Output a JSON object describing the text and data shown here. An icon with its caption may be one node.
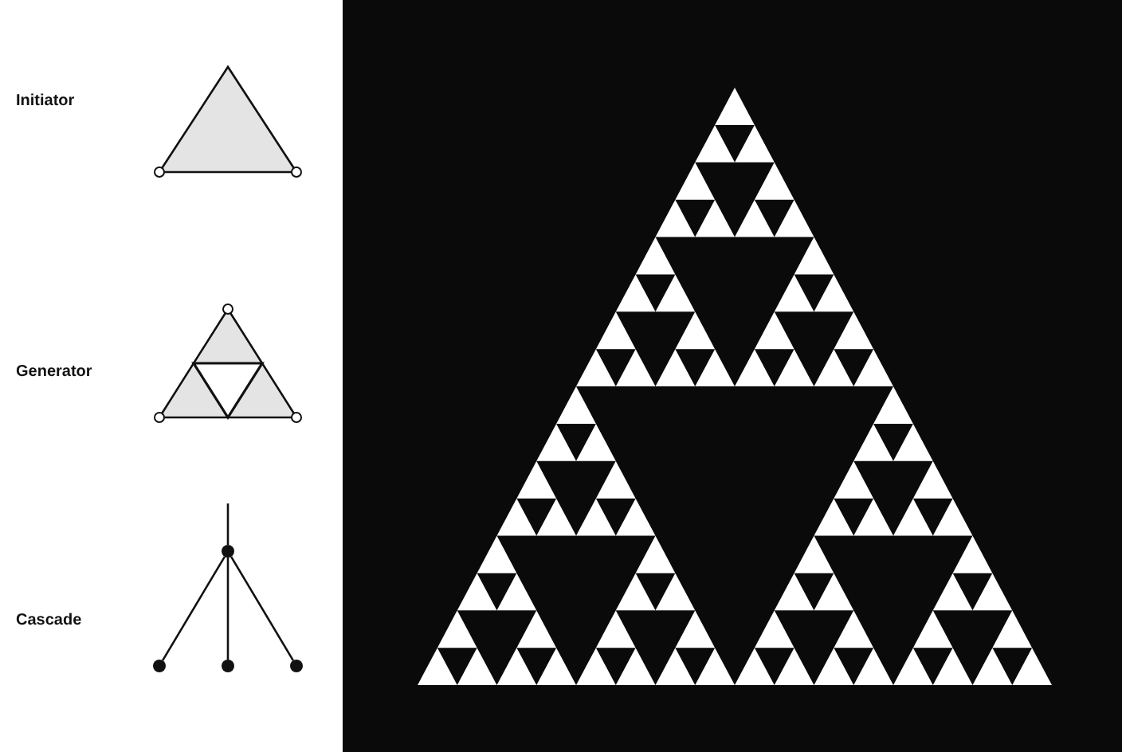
{
  "diagram": {
    "nodes": [
      {
        "text": [],
        "shape": "circle"
      },
      {
        "text": [],
        "shape": "circle"
      },
      {
        "text": [],
        "shape": "circle"
      },
      {
        "text": [],
        "shape": "circle"
      }
    ],
    "edges": [
      {
        "from": null,
        "to": 0,
        "arrow": "none"
      },
      {
        "from": 0,
        "to": 1,
        "arrow": "none"
      },
      {
        "from": 0,
        "to": 2,
        "arrow": "none"
      },
      {
        "from": 0,
        "to": 3,
        "arrow": "none"
      }
    ],
    "labels": [
      "Initiator",
      "Generator",
      "Cascade"
    ]
  }
}
